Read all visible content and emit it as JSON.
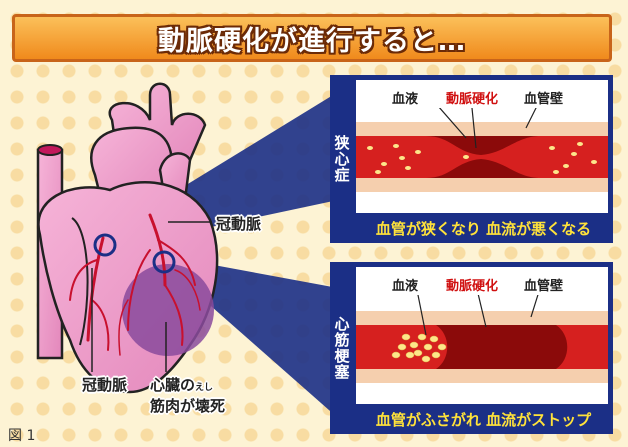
{
  "title": "動脈硬化が進行すると…",
  "figure_label": "図 1",
  "heart": {
    "label_coronary_right": "冠動脈",
    "label_coronary_left": "冠動脈",
    "label_necrosis_line1": "心臓の",
    "label_necrosis_ruby": "えし",
    "label_necrosis_line2": "筋肉が壊死"
  },
  "panels": [
    {
      "side_label": "狭心症",
      "label_blood": "血液",
      "label_sclerosis": "動脈硬化",
      "label_wall": "血管壁",
      "caption": "血管が狭くなり 血流が悪くなる"
    },
    {
      "side_label": "心筋梗塞",
      "label_blood": "血液",
      "label_sclerosis": "動脈硬化",
      "label_wall": "血管壁",
      "caption": "血管がふさがれ 血流がストップ"
    }
  ],
  "colors": {
    "title_orange": "#f08a1c",
    "panel_navy": "#1b2f86",
    "caption_yellow": "#ffe23a",
    "heart_pink": "#ef9cc8",
    "artery_red": "#c8102e",
    "necrosis_purple": "#8a4a9c"
  }
}
